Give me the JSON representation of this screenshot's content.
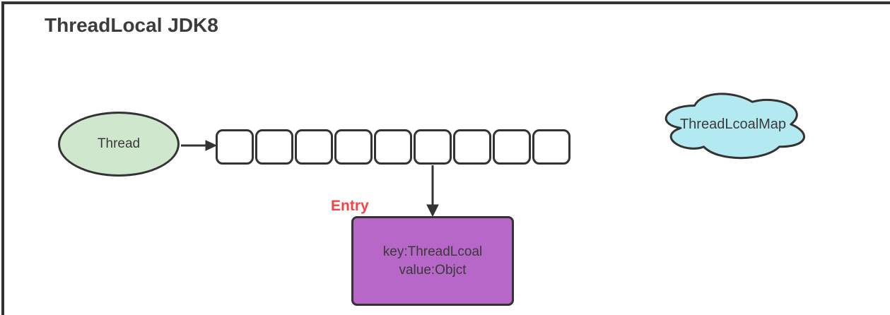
{
  "title": "ThreadLocal JDK8",
  "diagram": {
    "thread_node": {
      "label": "Thread"
    },
    "array": {
      "cell_count": 9
    },
    "entry": {
      "label": "Entry",
      "line1": "key:ThreadLcoal",
      "line2": "value:Objct"
    },
    "map_node": {
      "label": "ThreadLcoalMap"
    }
  },
  "colors": {
    "stroke": "#333333",
    "title-color": "#3c3c3c",
    "thread-fill": "#cfe7cd",
    "entry-fill": "#b667c8",
    "entry-label-color": "#fa4141",
    "cloud-fill": "#b3e9f0"
  }
}
